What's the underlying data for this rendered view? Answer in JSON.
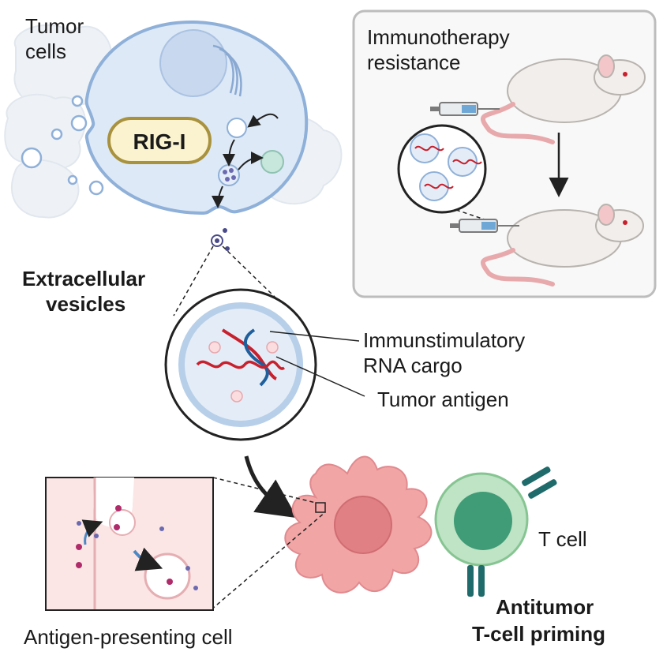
{
  "labels": {
    "tumor_line1": "Tumor",
    "tumor_line2": "cells",
    "rig": "RIG-I",
    "immuno_line1": "Immunotherapy",
    "immuno_line2": "resistance",
    "ev_line1": "Extracellular",
    "ev_line2": "vesicles",
    "rna_line1": "Immunstimulatory",
    "rna_line2": "RNA cargo",
    "antigen": "Tumor antigen",
    "tcell": "T cell",
    "priming_line1": "Antitumor",
    "priming_line2": "T-cell priming",
    "apc": "Antigen-presenting cell"
  },
  "colors": {
    "tumor_fill": "#dde9f7",
    "tumor_stroke": "#8fb0d8",
    "rig_fill": "#fbf3cf",
    "rig_stroke": "#a8923e",
    "panel_stroke": "#bdbdbd",
    "apc_fill": "#f2a5a5",
    "apc_nucleus": "#e07f84",
    "tcell_fill": "#bfe3c5",
    "tcell_nucleus": "#3f9c76",
    "rna_red": "#c8202c",
    "rna_blue": "#1f5f9c",
    "inset_fill": "#fbe5e5"
  }
}
